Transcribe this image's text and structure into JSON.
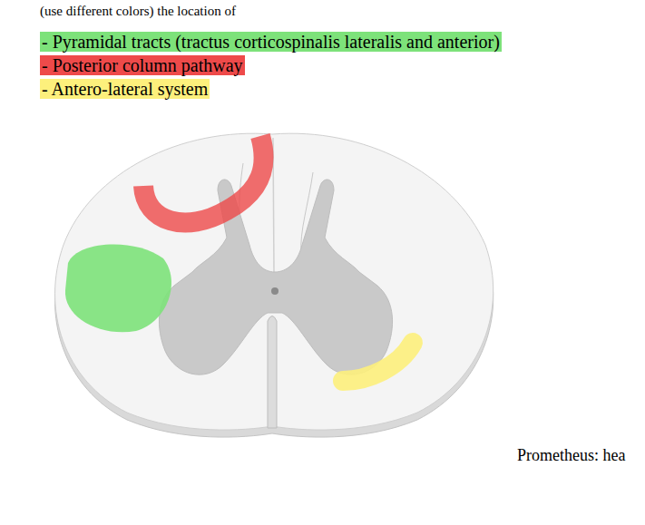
{
  "diagram": {
    "labels": [
      "(use different colors) the location of",
      "Prometheus: hea"
    ],
    "legend": [
      {
        "text": "- Pyramidal tracts (tractus corticospinalis lateralis and anterior)",
        "color": "#7de27a"
      },
      {
        "text": "- Posterior column pathway",
        "color": "#ee4a4a"
      },
      {
        "text": "- Antero-lateral system",
        "color": "#fdf07c"
      }
    ]
  }
}
